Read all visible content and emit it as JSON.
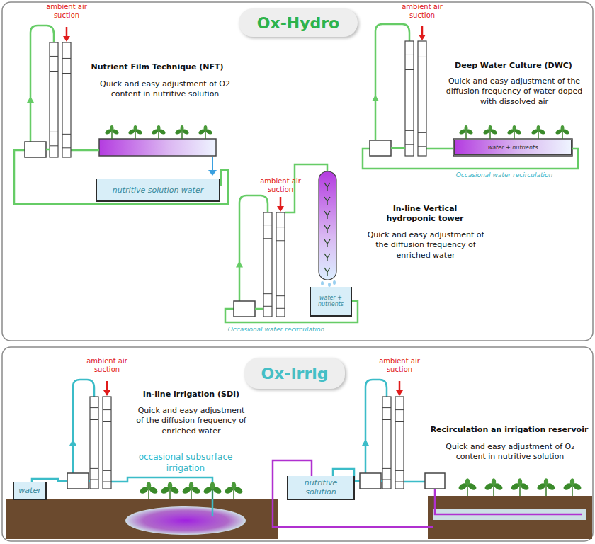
{
  "diagram": {
    "nodes": [
      {
        "text": [
          "Ox-Hydro"
        ]
      },
      {
        "text": [
          "nutritive solution water"
        ]
      },
      {
        "text": [
          "water + nutrients"
        ]
      },
      {
        "text": [
          "water + nutrients"
        ]
      },
      {
        "text": [
          "Ox-Irrig"
        ]
      },
      {
        "text": [
          "water"
        ]
      },
      {
        "text": [
          "nutritive solution"
        ]
      }
    ],
    "labels": [
      "ambient air suction",
      "Nutrient Film Technique (NFT)",
      "Quick and easy adjustment of O2 content in nutritive solution",
      "ambient air suction",
      "Deep Water Culture (DWC)",
      "Quick and easy adjustment of the diffusion frequency of water doped with dissolved air",
      "Occasional water recirculation",
      "ambient air suction",
      "In-line Vertical hydroponic tower",
      "Quick and easy adjustment of the diffusion frequency of enriched water",
      "Occasional water recirculation",
      "ambient air suction",
      "In-line irrigation (SDI)",
      "Quick and easy adjustment of the diffusion frequency of enriched water",
      "occasional subsurface irrigation",
      "ambient air suction",
      "Recirculation an irrigation reservoir",
      "Quick and easy adjustment of O₂ content in nutritive solution"
    ]
  }
}
